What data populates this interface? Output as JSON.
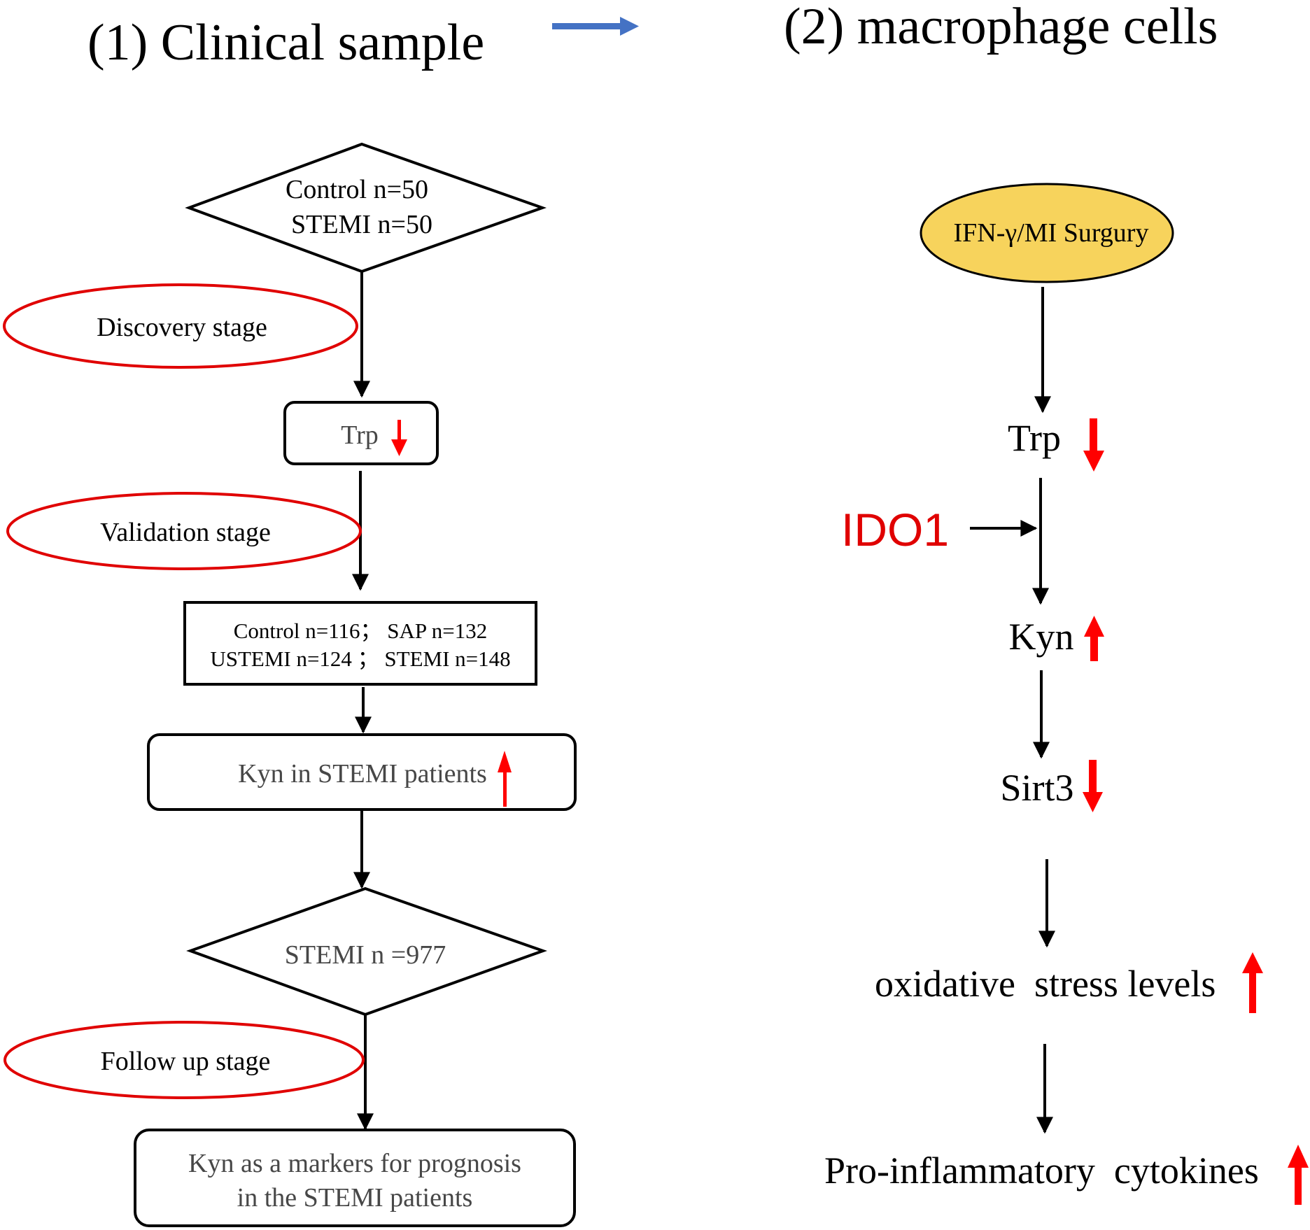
{
  "titles": {
    "left": "(1) Clinical sample",
    "right": "(2) macrophage cells"
  },
  "colors": {
    "title_arrow": "#4472C4",
    "stage_ellipse": "#E00000",
    "up_down_arrow": "#FF0000",
    "ido1": "#E00000",
    "trigger_fill": "#F7D35C",
    "gray_text": "#474747",
    "line": "#000000"
  },
  "clinical": {
    "discovery_diamond": {
      "line1": "Control n=50",
      "line2": "STEMI n=50"
    },
    "stages": {
      "discovery": "Discovery stage",
      "validation": "Validation  stage",
      "follow_up": "Follow up  stage"
    },
    "trp_box": {
      "label": "Trp",
      "direction": "down"
    },
    "validation_box": {
      "line1": "Control n=116；  SAP n=132",
      "line2": "USTEMI n=124 ；  STEMI n=148"
    },
    "kyn_box": {
      "label": "Kyn in STEMI patients",
      "direction": "up"
    },
    "followup_diamond": {
      "label": "STEMI n =977"
    },
    "prognosis_box": {
      "line1": "Kyn as a markers for prognosis",
      "line2": "in the STEMI patients"
    }
  },
  "macrophage": {
    "trigger": "IFN-γ/MI Surgury",
    "enzyme": "IDO1",
    "nodes": [
      {
        "label": "Trp",
        "direction": "down"
      },
      {
        "label": "Kyn",
        "direction": "up"
      },
      {
        "label": "Sirt3",
        "direction": "down"
      },
      {
        "label": "oxidative  stress levels",
        "direction": "up"
      },
      {
        "label": "Pro-inflammatory  cytokines",
        "direction": "up"
      }
    ]
  }
}
